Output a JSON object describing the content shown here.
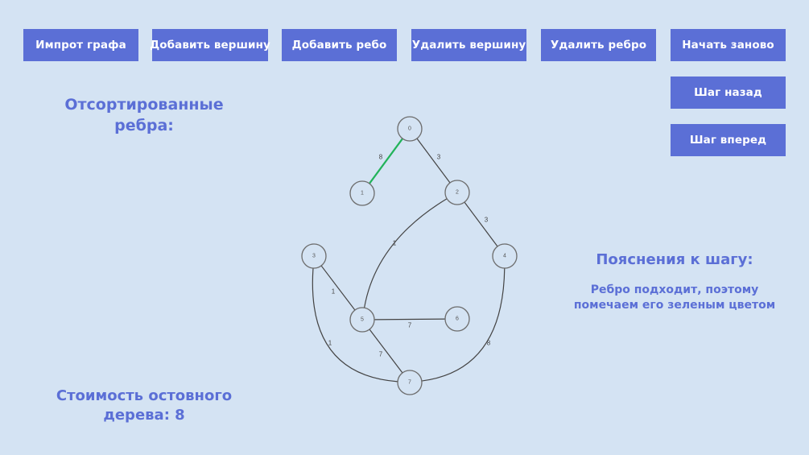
{
  "toolbar": {
    "import_label": "Импрот графа",
    "add_vertex_label": "Добавить вершину",
    "add_edge_label": "Добавить ребо",
    "remove_vertex_label": "Удалить вершину",
    "remove_edge_label": "Удалить ребро",
    "restart_label": "Начать заново",
    "step_back_label": "Шаг назад",
    "step_forward_label": "Шаг вперед"
  },
  "sorted_edges": {
    "title": "Отсортированные ребра:"
  },
  "explanation": {
    "title": "Пояснения к шагу:",
    "text": "Ребро подходит, поэтому помечаем его зеленым цветом"
  },
  "cost": {
    "label": "Стоимость остовного дерева: 8",
    "value": 8
  },
  "colors": {
    "accent": "#5b6fd6",
    "background": "#d4e3f3",
    "selected_edge": "#22b35a",
    "edge": "#444444"
  },
  "graph": {
    "nodes": [
      "0",
      "1",
      "2",
      "3",
      "4",
      "5",
      "6",
      "7"
    ],
    "edges": [
      {
        "from": "0",
        "to": "1",
        "weight": "8",
        "selected": true
      },
      {
        "from": "0",
        "to": "2",
        "weight": "3",
        "selected": false
      },
      {
        "from": "2",
        "to": "4",
        "weight": "3",
        "selected": false
      },
      {
        "from": "2",
        "to": "5",
        "weight": "1",
        "selected": false
      },
      {
        "from": "3",
        "to": "5",
        "weight": "1",
        "selected": false
      },
      {
        "from": "5",
        "to": "6",
        "weight": "7",
        "selected": false
      },
      {
        "from": "3",
        "to": "7",
        "weight": "1",
        "selected": false
      },
      {
        "from": "5",
        "to": "7",
        "weight": "7",
        "selected": false
      },
      {
        "from": "4",
        "to": "7",
        "weight": "8",
        "selected": false
      }
    ]
  }
}
